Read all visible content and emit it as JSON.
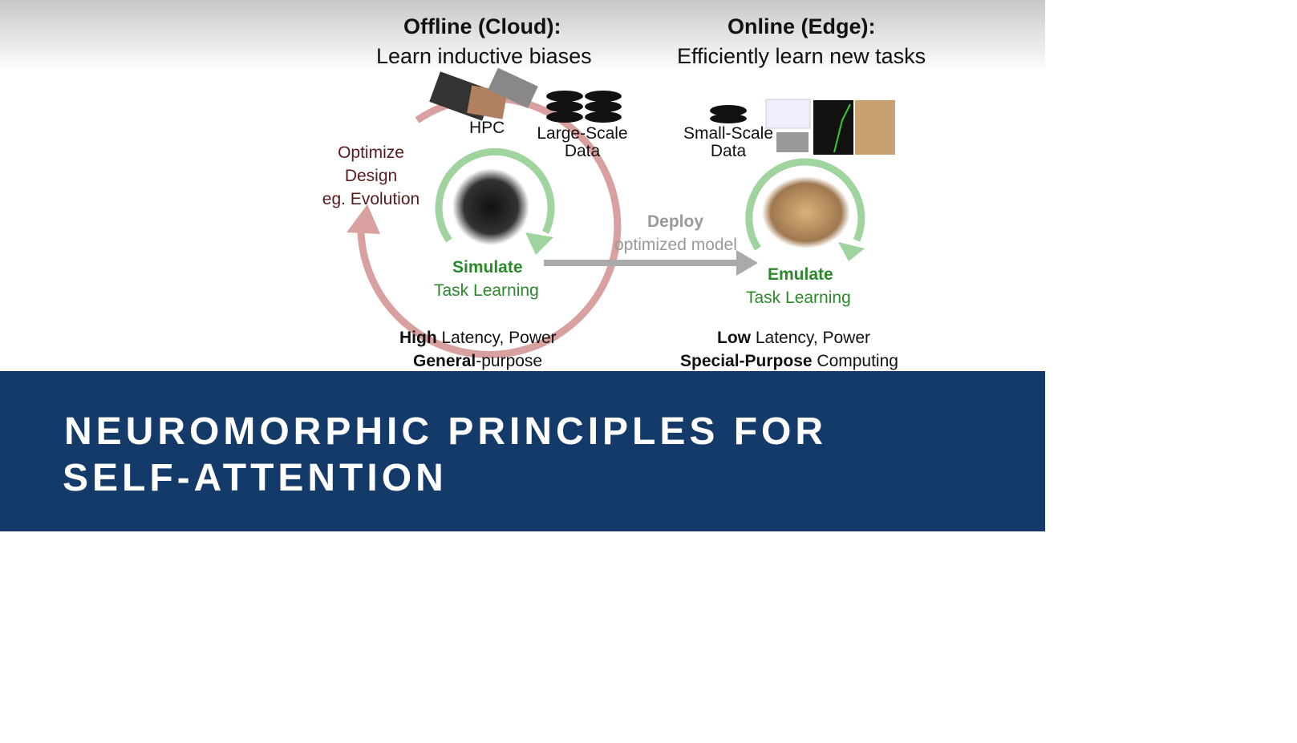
{
  "slide": {
    "offline_title": "Offline (Cloud):",
    "offline_subtitle": "Learn inductive biases",
    "online_title": "Online (Edge):",
    "online_subtitle": "Efficiently learn new tasks",
    "hpc": "HPC",
    "large_data_1": "Large-Scale",
    "large_data_2": "Data",
    "small_data_1": "Small-Scale",
    "small_data_2": "Data",
    "optimize_1": "Optimize",
    "optimize_2": "Design",
    "optimize_3": "eg. Evolution",
    "simulate": "Simulate",
    "simulate_sub": "Task Learning",
    "deploy": "Deploy",
    "deploy_sub": "optimized model",
    "emulate": "Emulate",
    "emulate_sub": "Task Learning",
    "left_foot_1_bold": "High",
    "left_foot_1": " Latency, Power",
    "left_foot_2_bold": "General",
    "left_foot_2": "-purpose",
    "right_foot_1_bold": "Low",
    "right_foot_1": " Latency, Power",
    "right_foot_2_bold": "Special-Purpose",
    "right_foot_2": " Computing"
  },
  "banner": {
    "line1": "NEUROMORPHIC PRINCIPLES FOR",
    "line2": "SELF-ATTENTION"
  },
  "colors": {
    "banner": "#143a6a",
    "simulate_green": "#2a8a2a",
    "cycle_red": "#d9a0a0",
    "cycle_green": "#9fd49f"
  }
}
